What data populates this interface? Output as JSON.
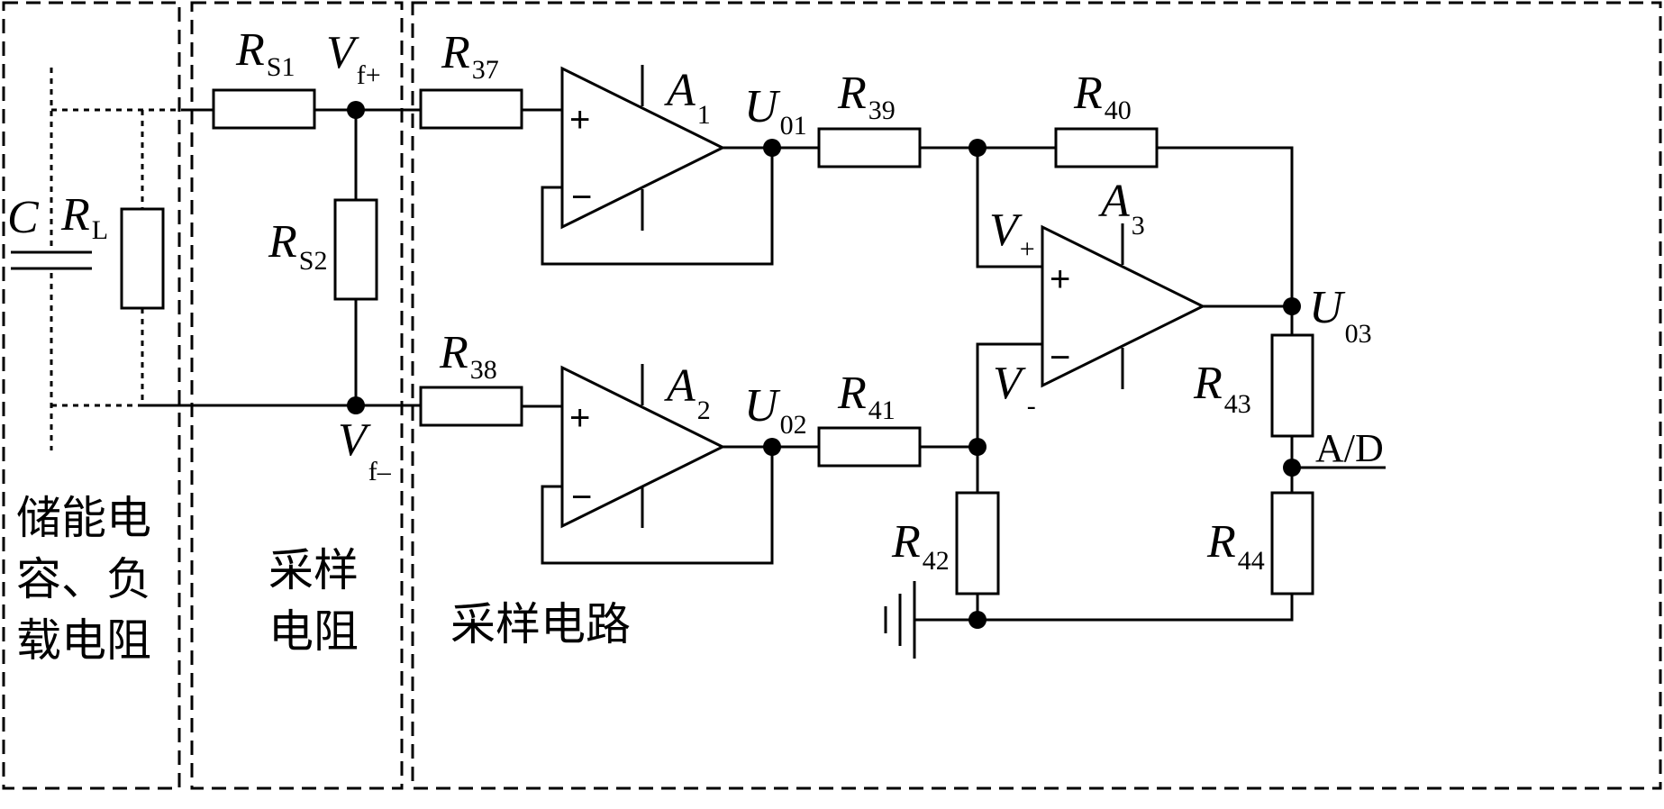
{
  "sections": {
    "storage": [
      "储能电",
      "容、负",
      "载电阻"
    ],
    "sense_resistor": [
      "采样",
      "电阻"
    ],
    "sampling_circuit": "采样电路"
  },
  "components": {
    "C": "C",
    "RL": {
      "main": "R",
      "sub": "L"
    },
    "RS1": {
      "main": "R",
      "sub": "S1"
    },
    "RS2": {
      "main": "R",
      "sub": "S2"
    },
    "R37": {
      "main": "R",
      "sub": "37"
    },
    "R38": {
      "main": "R",
      "sub": "38"
    },
    "R39": {
      "main": "R",
      "sub": "39"
    },
    "R40": {
      "main": "R",
      "sub": "40"
    },
    "R41": {
      "main": "R",
      "sub": "41"
    },
    "R42": {
      "main": "R",
      "sub": "42"
    },
    "R43": {
      "main": "R",
      "sub": "43"
    },
    "R44": {
      "main": "R",
      "sub": "44"
    },
    "A1": {
      "main": "A",
      "sub": "1"
    },
    "A2": {
      "main": "A",
      "sub": "2"
    },
    "A3": {
      "main": "A",
      "sub": "3"
    }
  },
  "nodes": {
    "Vf_plus": {
      "main": "V",
      "sub": "f+"
    },
    "Vf_minus": {
      "main": "V",
      "sub": "f–"
    },
    "U01": {
      "main": "U",
      "sub": "01"
    },
    "U02": {
      "main": "U",
      "sub": "02"
    },
    "U03": {
      "main": "U",
      "sub": "03"
    },
    "V_plus": {
      "main": "V",
      "sub": "+"
    },
    "V_minus": {
      "main": "V",
      "sub": "-"
    },
    "AD": "A/D"
  },
  "opamp_pins": {
    "plus": "+",
    "minus": "−"
  }
}
